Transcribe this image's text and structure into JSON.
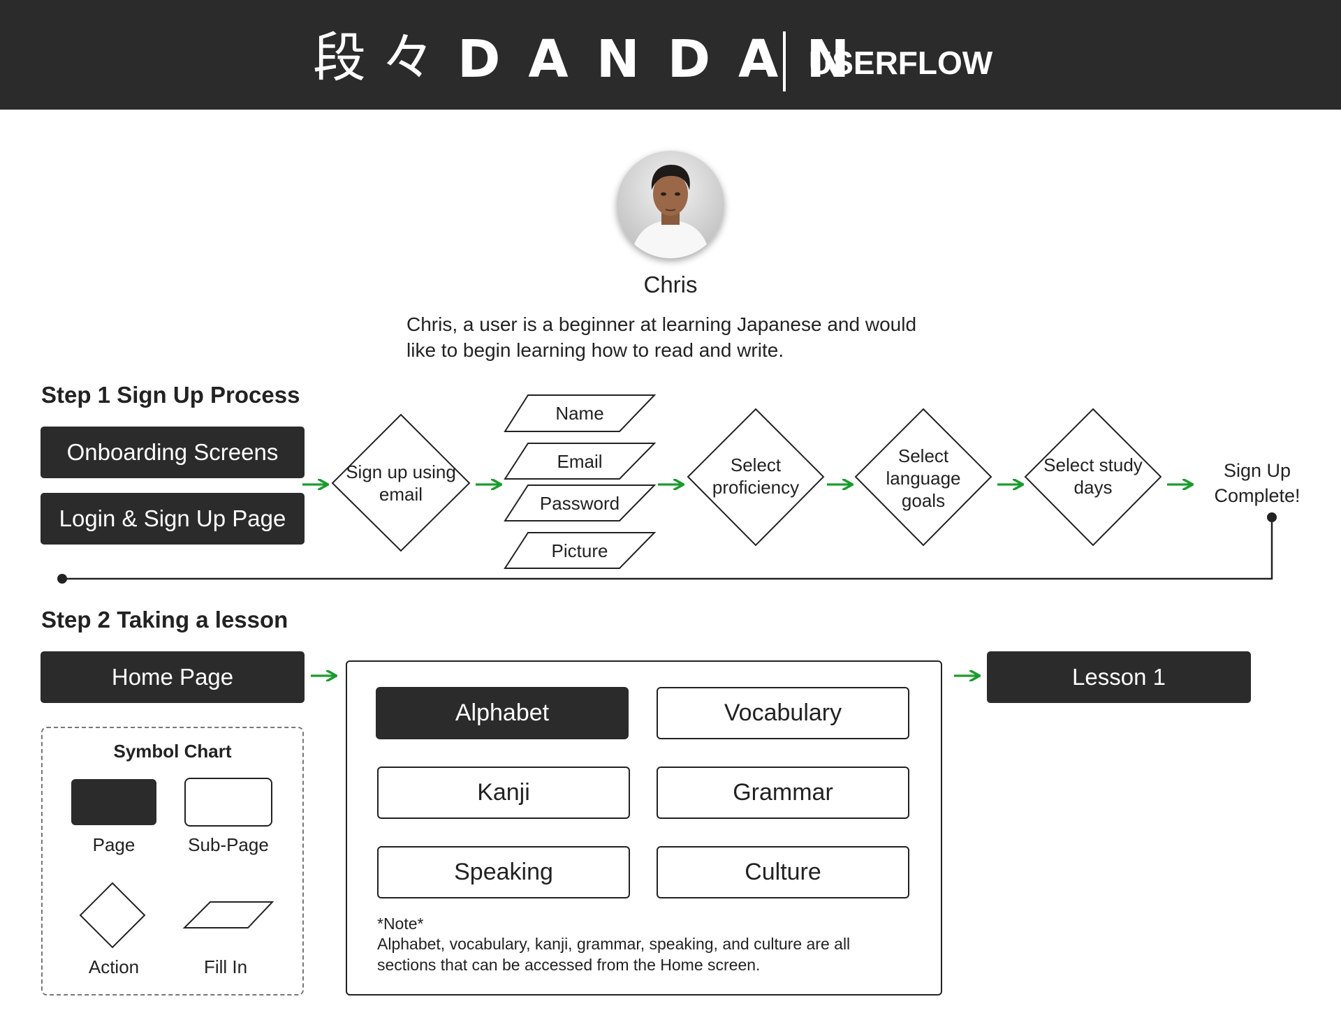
{
  "header": {
    "kanji": "段々",
    "brand": "DANDAN",
    "subtitle": "USERFLOW"
  },
  "persona": {
    "name": "Chris",
    "description": "Chris, a user is a beginner at learning Japanese and would like to begin learning how to read and write."
  },
  "step1": {
    "title": "Step 1  Sign Up Process",
    "pages": [
      "Onboarding Screens",
      "Login & Sign Up Page"
    ],
    "action_signup": "Sign up using email",
    "fill_ins": [
      "Name",
      "Email",
      "Password",
      "Picture"
    ],
    "actions": [
      "Select proficiency",
      "Select language goals",
      "Select study days"
    ],
    "complete": "Sign Up Complete!"
  },
  "step2": {
    "title": "Step 2  Taking a lesson",
    "home_page": "Home Page",
    "sections": [
      "Alphabet",
      "Vocabulary",
      "Kanji",
      "Grammar",
      "Speaking",
      "Culture"
    ],
    "note_title": "*Note*",
    "note_text": "Alphabet, vocabulary, kanji, grammar, speaking, and culture are all sections that can be accessed from the Home screen.",
    "lesson": "Lesson 1"
  },
  "legend": {
    "title": "Symbol Chart",
    "items": [
      "Page",
      "Sub-Page",
      "Action",
      "Fill In"
    ]
  },
  "colors": {
    "header_bg": "#2b2b2b",
    "page_fill": "#2b2b2b",
    "arrow": "#1a9c2e",
    "line": "#222222"
  }
}
